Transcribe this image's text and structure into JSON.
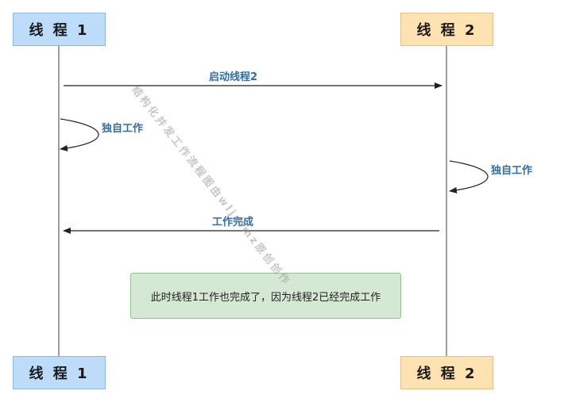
{
  "lifelines": {
    "thread1": {
      "label": "线 程 1"
    },
    "thread2": {
      "label": "线 程 2"
    }
  },
  "messages": {
    "start_thread2": "启动线程2",
    "thread1_self": "独自工作",
    "thread2_self": "独自工作",
    "work_done": "工作完成"
  },
  "note": "此时线程1工作也完成了，因为线程2已经完成工作",
  "watermark": "结构化并发工作流程图由wljslmz原创创作",
  "colors": {
    "thread1_fill": "#bcdcfa",
    "thread2_fill": "#ffe2b2",
    "message_text": "#2f6ea8",
    "note_fill": "#d5e8d4"
  }
}
